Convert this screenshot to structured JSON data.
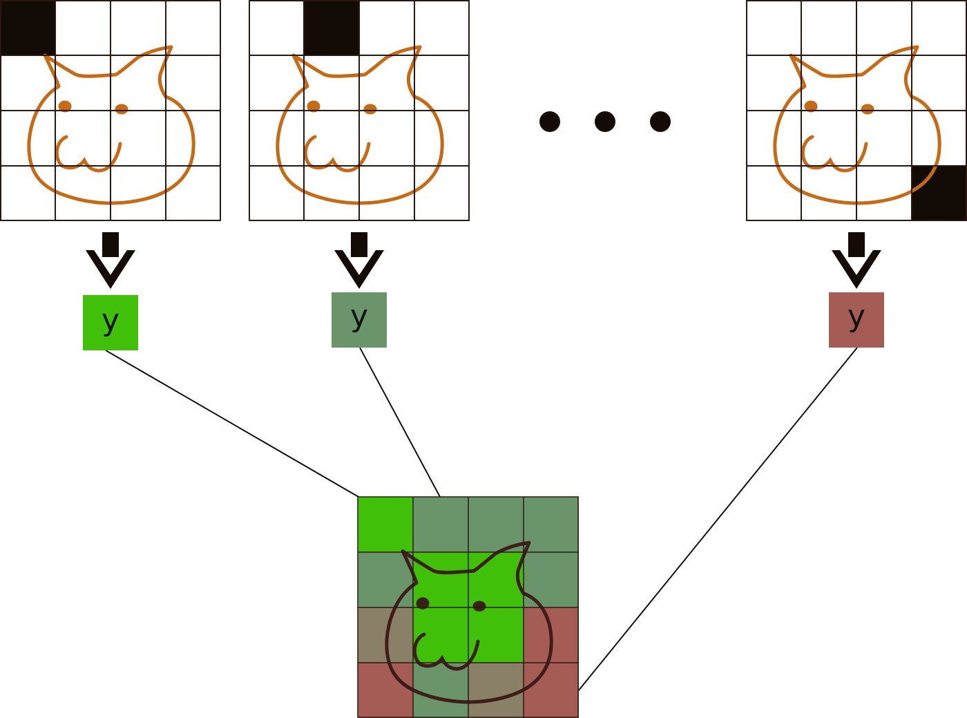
{
  "panels": [
    {
      "occluded_cell": {
        "row": 0,
        "col": 0
      }
    },
    {
      "occluded_cell": {
        "row": 0,
        "col": 1
      }
    },
    {
      "occluded_cell": {
        "row": 3,
        "col": 3
      }
    }
  ],
  "outputs": [
    {
      "label": "y",
      "color": "#40c009"
    },
    {
      "label": "y",
      "color": "#6a946a"
    },
    {
      "label": "y",
      "color": "#a55c55"
    }
  ],
  "heatmap": {
    "rows": 4,
    "cols": 4,
    "cells": [
      [
        "#40c009",
        "#6a946a",
        "#6a946a",
        "#6a946a"
      ],
      [
        "#6a946a",
        "#40c009",
        "#40c009",
        "#6a946a"
      ],
      [
        "#8a8068",
        "#40c009",
        "#40c009",
        "#a55c55"
      ],
      [
        "#a55c55",
        "#6a946a",
        "#8a8068",
        "#a55c55"
      ]
    ]
  },
  "colors": {
    "cat_outline_panels": "#c56b15",
    "cat_outline_heatmap": "#3a1a14",
    "grid_line": "#2a1810",
    "occluder": "#130b06",
    "arrow": "#130b06",
    "dots": "#130b06",
    "connector": "#111111"
  }
}
